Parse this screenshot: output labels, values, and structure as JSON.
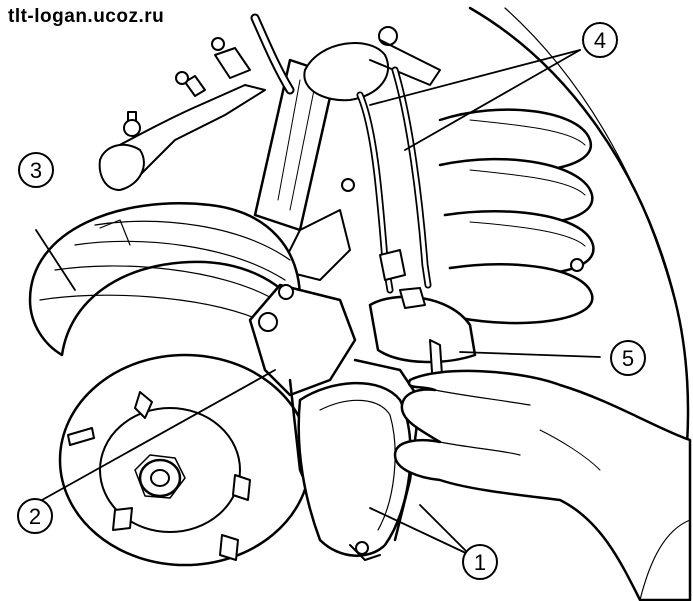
{
  "watermark": "tlt-logan.ucoz.ru",
  "callouts": [
    "1",
    "2",
    "3",
    "4",
    "5"
  ],
  "colors": {
    "ink": "#000000",
    "paper": "#ffffff"
  }
}
